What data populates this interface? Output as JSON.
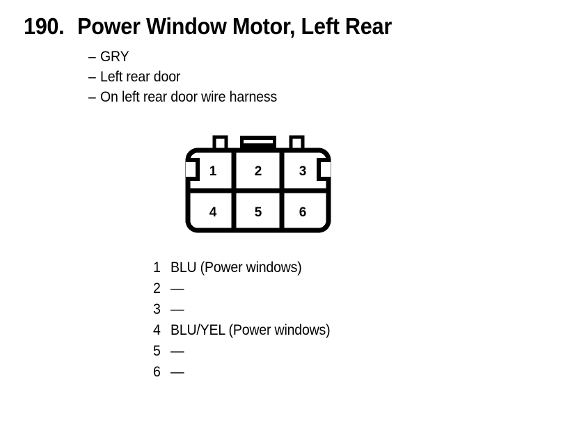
{
  "page": {
    "background_color": "#ffffff",
    "ink_color": "#000000"
  },
  "header": {
    "number": "190.",
    "title": "Power Window Motor, Left Rear"
  },
  "attributes": {
    "bullet_char": "–",
    "items": [
      {
        "label": "GRY"
      },
      {
        "label": "Left rear door"
      },
      {
        "label": "On left rear door wire harness"
      }
    ]
  },
  "connector": {
    "name": "6-pin-connector",
    "rows": 2,
    "columns": 3,
    "cells": [
      {
        "pin": "1"
      },
      {
        "pin": "2"
      },
      {
        "pin": "3"
      },
      {
        "pin": "4"
      },
      {
        "pin": "5"
      },
      {
        "pin": "6"
      }
    ],
    "top_tabs": [
      "left-latch-tab",
      "center-keyed-tab",
      "right-latch-tab"
    ],
    "side_ears": [
      "left-locking-ear",
      "right-locking-ear"
    ]
  },
  "pin_legend": {
    "blank_symbol": "—",
    "rows": [
      {
        "index": "1",
        "value": "BLU (Power windows)"
      },
      {
        "index": "2",
        "value": "—"
      },
      {
        "index": "3",
        "value": "—"
      },
      {
        "index": "4",
        "value": "BLU/YEL (Power windows)"
      },
      {
        "index": "5",
        "value": "—"
      },
      {
        "index": "6",
        "value": "—"
      }
    ]
  }
}
